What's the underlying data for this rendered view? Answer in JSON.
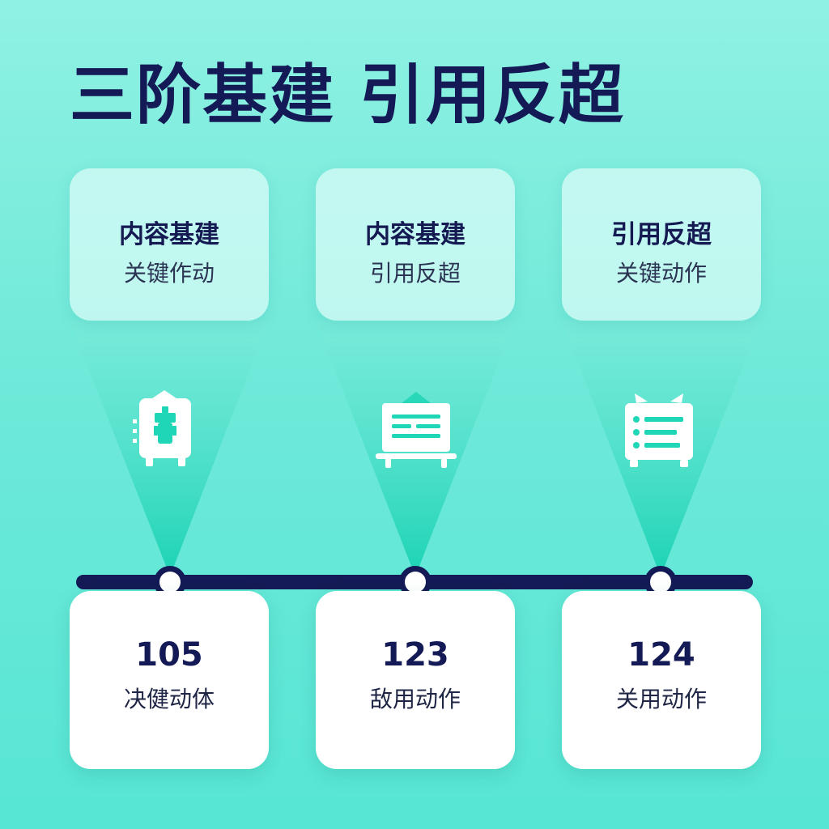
{
  "title": "三阶基建 引用反超",
  "colors": {
    "navy": "#141a55",
    "teal": "#1fd6b6",
    "background": "#6fe9d9",
    "card": "#ffffff"
  },
  "stages": [
    {
      "top_heading": "内容基建",
      "top_sub": "关键作动",
      "icon": "robot-monitor-icon",
      "value": "105",
      "label": "决健动体"
    },
    {
      "top_heading": "内容基建",
      "top_sub": "引用反超",
      "icon": "whiteboard-icon",
      "value": "123",
      "label": "敌用动作"
    },
    {
      "top_heading": "引用反超",
      "top_sub": "关键动作",
      "icon": "list-tv-icon",
      "value": "124",
      "label": "关用动作"
    }
  ]
}
